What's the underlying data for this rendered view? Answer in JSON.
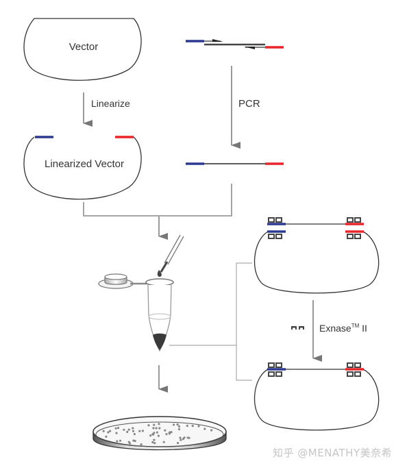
{
  "diagram": {
    "title": "Seamless cloning workflow with Exnase II",
    "labels": {
      "vector": "Vector",
      "linearize": "Linearize",
      "linearized_vector": "Linearized Vector",
      "pcr": "PCR",
      "exnase_base": "Exnase",
      "exnase_tm": "TM",
      "exnase_suffix": " II"
    },
    "colors": {
      "blue_end": "#2b3990",
      "red_end": "#e8252a",
      "line": "#333333",
      "arrow": "#777777",
      "connector": "#999999"
    },
    "steps": [
      {
        "id": "vector",
        "label": "Vector"
      },
      {
        "id": "linearize",
        "label": "Linearize"
      },
      {
        "id": "linearized-vector",
        "label": "Linearized Vector"
      },
      {
        "id": "pcr",
        "label": "PCR"
      },
      {
        "id": "mix",
        "label": ""
      },
      {
        "id": "exnase",
        "label": "Exnase™ II"
      },
      {
        "id": "plate",
        "label": ""
      }
    ]
  },
  "watermark": "知乎 @MENATHY美奈希"
}
